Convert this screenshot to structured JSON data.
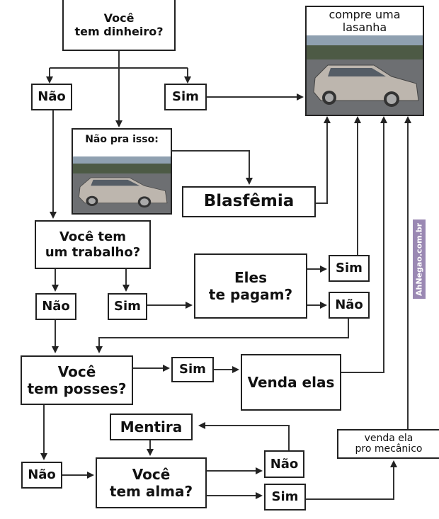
{
  "nodes": {
    "money": "Você\ntem dinheiro?",
    "no1": "Não",
    "yes1": "Sim",
    "buy": "compre uma\nlasanha",
    "not_for_that": "Não pra isso:",
    "blasphemy": "Blasfêmia",
    "job": "Você tem\num trabalho?",
    "no2": "Não",
    "yes2": "Sim",
    "paid": "Eles\nte pagam?",
    "yes3": "Sim",
    "no3": "Não",
    "possessions": "Você\ntem posses?",
    "yes4": "Sim",
    "sell_them": "Venda elas",
    "lie": "Mentira",
    "no4": "Não",
    "soul": "Você\ntem alma?",
    "no5": "Não",
    "yes5": "Sim",
    "mechanic": "venda ela\npro mecânico"
  },
  "watermark": "AhNegao.com.br"
}
